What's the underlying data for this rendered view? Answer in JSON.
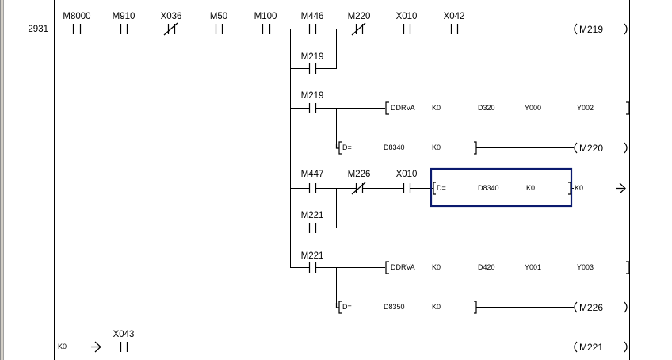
{
  "editor": {
    "title": "Ladder diagram editor",
    "step_number": "2931",
    "colors": {
      "wire": "#000000",
      "cursor": "#0b1a6e",
      "background": "#ffffff"
    }
  },
  "rung_2931": {
    "main_row": {
      "contacts": [
        {
          "label": "M8000",
          "type": "NO"
        },
        {
          "label": "M910",
          "type": "NO"
        },
        {
          "label": "X036",
          "type": "NC"
        },
        {
          "label": "M50",
          "type": "NO"
        },
        {
          "label": "M100",
          "type": "NO"
        },
        {
          "label": "M446",
          "type": "NO"
        },
        {
          "label": "M220",
          "type": "NC"
        },
        {
          "label": "X010",
          "type": "NO"
        },
        {
          "label": "X042",
          "type": "NO"
        }
      ],
      "coil": "M219"
    },
    "parallel_contact_1": {
      "label": "M219",
      "type": "NO"
    },
    "branch_drva_1": {
      "contact": {
        "label": "M219",
        "type": "NO"
      },
      "instruction": {
        "op": "DDRVA",
        "operands": [
          "K0",
          "D320",
          "Y000",
          "Y002"
        ]
      },
      "compare": {
        "op": "D=",
        "operands": [
          "D8340",
          "K0"
        ]
      },
      "coil": "M220"
    },
    "branch_compare": {
      "contacts": [
        {
          "label": "M447",
          "type": "NO"
        },
        {
          "label": "M226",
          "type": "NC"
        },
        {
          "label": "X010",
          "type": "NO"
        }
      ],
      "parallel_contact": {
        "label": "M221",
        "type": "NO"
      },
      "compare": {
        "op": "D=",
        "operands": [
          "D8340",
          "K0"
        ]
      },
      "continuation_label": "K0",
      "selected": true
    },
    "branch_drva_2": {
      "contact": {
        "label": "M221",
        "type": "NO"
      },
      "instruction": {
        "op": "DDRVA",
        "operands": [
          "K0",
          "D420",
          "Y001",
          "Y003"
        ]
      },
      "compare": {
        "op": "D=",
        "operands": [
          "D8350",
          "K0"
        ]
      },
      "coil": "M226"
    },
    "continuation_row": {
      "from_label": "K0",
      "contact": {
        "label": "X043",
        "type": "NO"
      },
      "coil": "M221"
    }
  }
}
